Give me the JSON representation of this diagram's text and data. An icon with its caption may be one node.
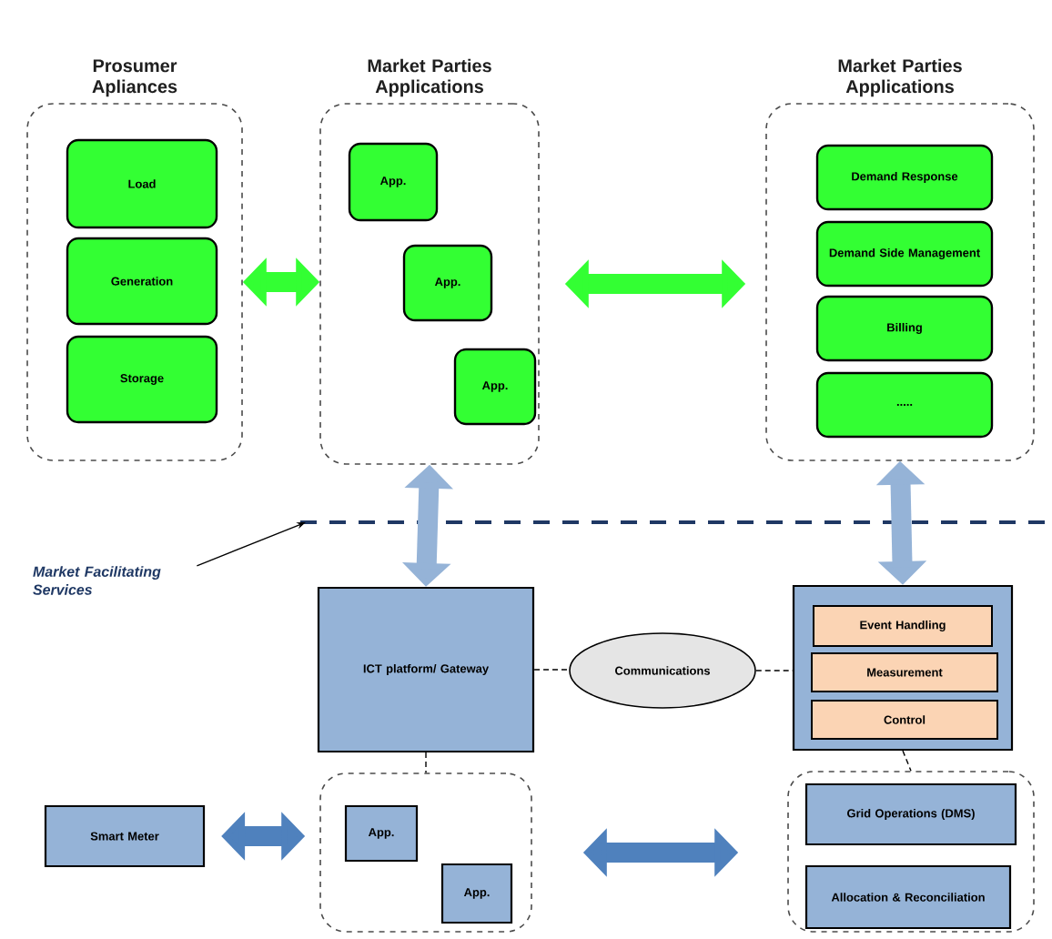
{
  "diagram": {
    "nodes": [
      {
        "text": [
          "Prosumer Apliances"
        ]
      },
      {
        "text": [
          "Load"
        ],
        "in": 0
      },
      {
        "text": [
          "Generation"
        ],
        "in": 0
      },
      {
        "text": [
          "Storage"
        ],
        "in": 0
      },
      {
        "text": [
          "Market Parties Applications"
        ]
      },
      {
        "text": [
          "App."
        ],
        "in": 4
      },
      {
        "text": [
          "App."
        ],
        "in": 4
      },
      {
        "text": [
          "App."
        ],
        "in": 4
      },
      {
        "text": [
          "Market Parties Applications"
        ]
      },
      {
        "text": [
          "Demand Response"
        ],
        "in": 8
      },
      {
        "text": [
          "Demand Side Management"
        ],
        "in": 8
      },
      {
        "text": [
          "Billing"
        ],
        "in": 8
      },
      {
        "text": [
          "....."
        ],
        "in": 8
      },
      {
        "text": [
          "Market Facilitating Services"
        ]
      },
      {
        "text": [
          "ICT platform/ Gateway"
        ]
      },
      {
        "text": [
          "Communications"
        ]
      },
      {
        "text": [],
        "shape": "box"
      },
      {
        "text": [
          "Event Handling"
        ],
        "in": 16
      },
      {
        "text": [
          "Measurement"
        ],
        "in": 16
      },
      {
        "text": [
          "Control"
        ],
        "in": 16
      },
      {
        "text": [
          "Smart Meter"
        ]
      },
      {
        "text": [],
        "shape": "box"
      },
      {
        "text": [
          "App."
        ],
        "in": 21
      },
      {
        "text": [
          "App."
        ],
        "in": 21
      },
      {
        "text": [],
        "shape": "box"
      },
      {
        "text": [
          "Grid Operations (DMS)"
        ],
        "in": 24
      },
      {
        "text": [
          "Allocation & Reconciliation"
        ],
        "in": 24
      }
    ],
    "edges": [
      {
        "from": 0,
        "to": 4,
        "arrow": "both",
        "color": "#33ff33"
      },
      {
        "from": 4,
        "to": 8,
        "arrow": "both",
        "color": "#33ff33"
      },
      {
        "from": 4,
        "to": 14,
        "arrow": "both",
        "color": "#95b3d7"
      },
      {
        "from": 8,
        "to": 16,
        "arrow": "both",
        "color": "#95b3d7"
      },
      {
        "from": 13,
        "to": null,
        "arrow": "to"
      },
      {
        "from": 14,
        "to": 15,
        "arrow": "none",
        "style": "dashed"
      },
      {
        "from": 15,
        "to": 16,
        "arrow": "none",
        "style": "dashed"
      },
      {
        "from": 14,
        "to": 21,
        "arrow": "none",
        "style": "dashed"
      },
      {
        "from": 16,
        "to": 24,
        "arrow": "none",
        "style": "dashed"
      },
      {
        "from": 20,
        "to": 21,
        "arrow": "both",
        "color": "#4f81bd"
      },
      {
        "from": 21,
        "to": 24,
        "arrow": "both",
        "color": "#4f81bd"
      }
    ]
  }
}
